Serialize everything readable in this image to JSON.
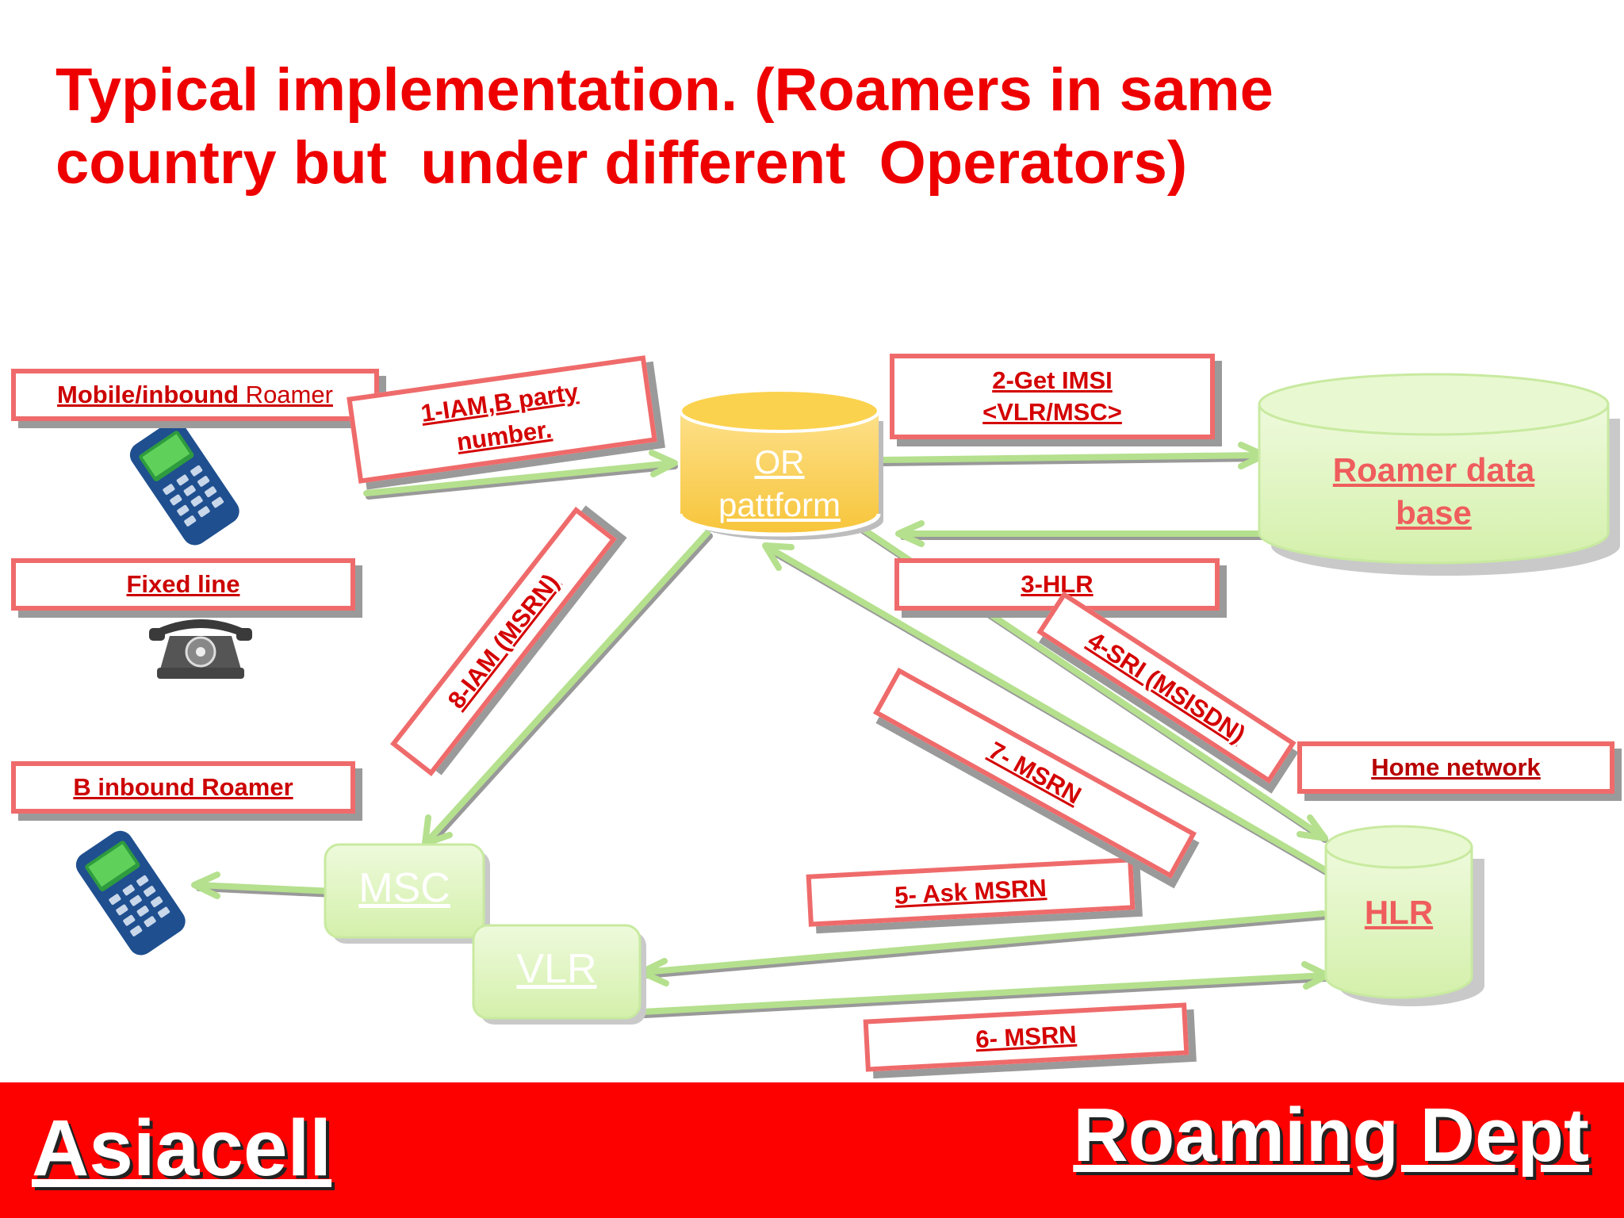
{
  "title": {
    "line1": "Typical implementation. (Roamers in same",
    "line2": "country but  under different  Operators)"
  },
  "nodes": {
    "or_platform": {
      "line1": "OR",
      "line2": "pattform"
    },
    "roamer_db": {
      "line1": "Roamer data",
      "line2": "base"
    },
    "msc": "MSC",
    "vlr": "VLR",
    "hlr": "HLR"
  },
  "labels": {
    "mobile_inbound_bold": "Mobile/inbound",
    "mobile_inbound_rest": " Roamer",
    "fixed_line": "Fixed line",
    "b_inbound": "B inbound Roamer",
    "home_network": "Home network"
  },
  "steps": {
    "s1_line1": "1-IAM,B party",
    "s1_line2": "number.",
    "s2_line1": "2-Get IMSI",
    "s2_line2": "<VLR/MSC>",
    "s3": "3-HLR",
    "s4": "4-SRI (MSISDN)",
    "s5": "5- Ask MSRN",
    "s6": "6- MSRN",
    "s7": "7- MSRN",
    "s8": "8-IAM (MSRN)"
  },
  "footer": {
    "left": "Asiacell",
    "right": "Roaming Dept"
  },
  "colors": {
    "title": "#ee0000",
    "footer": "#fd0000",
    "arrow": "#b5e08e",
    "node_green": "#dff5c0",
    "or_node": "#fbd24e",
    "label_border": "#ef6b6b"
  }
}
